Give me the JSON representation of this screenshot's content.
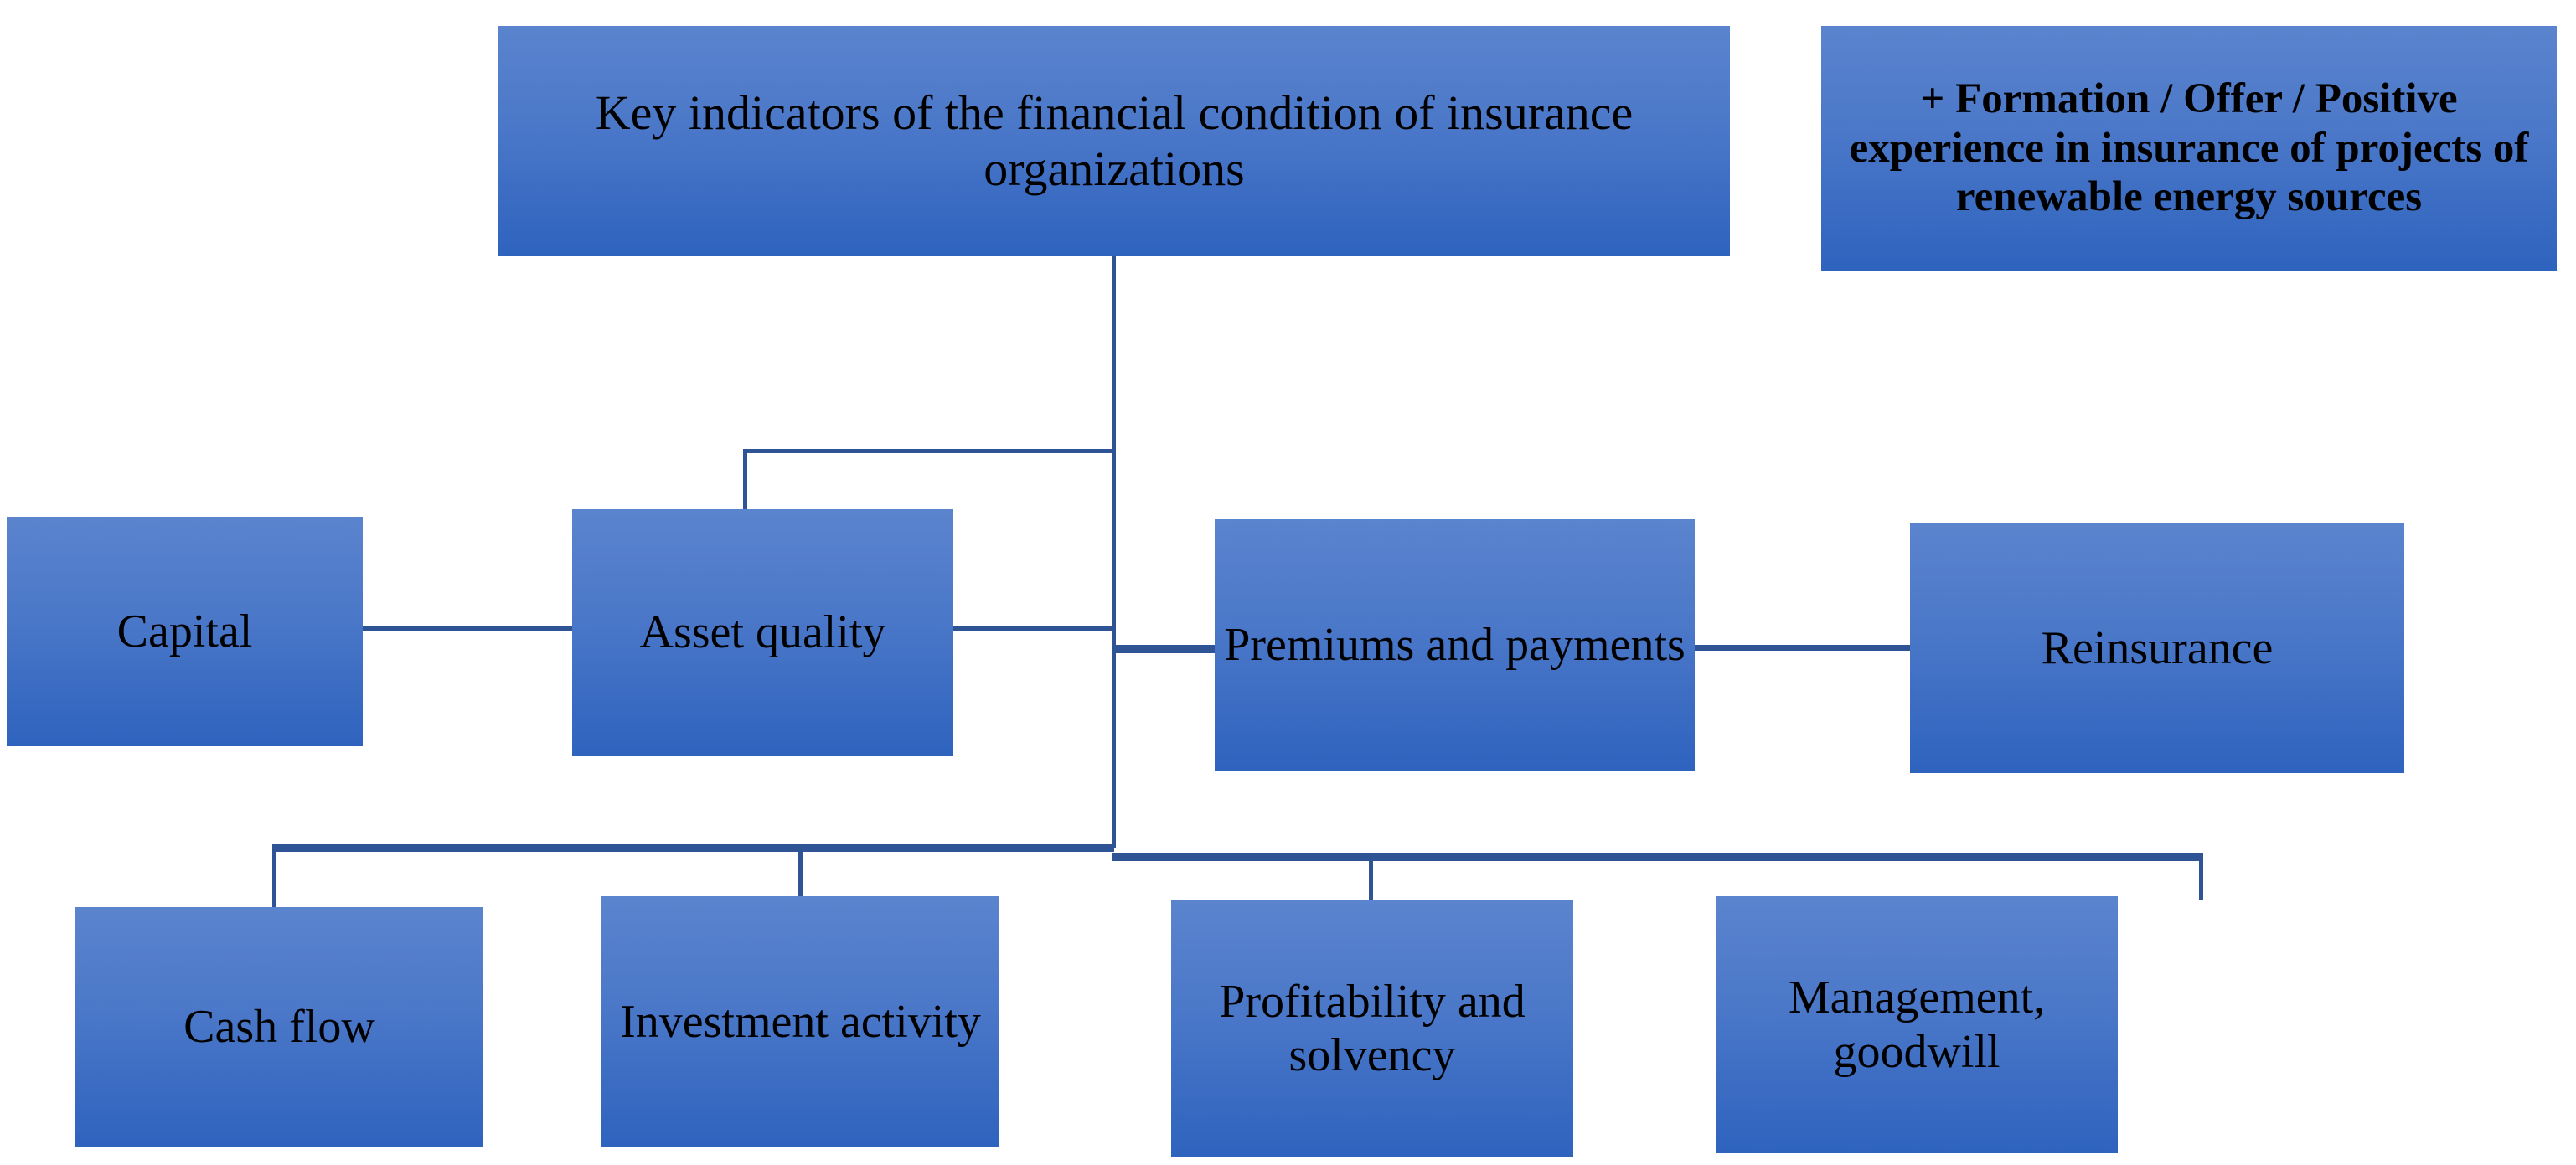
{
  "diagram": {
    "title": "Key indicators of the financial condition of insurance organizations",
    "type": "hierarchy-tree",
    "accent_color": "#4A77C8",
    "connector_color": "#2E5496",
    "text_color": "#000000",
    "background_color": "#FFFFFF"
  },
  "nodes": {
    "root": {
      "label": "Key indicators of the financial condition of insurance organizations"
    },
    "note": {
      "label": "+ Formation / Offer / Positive experience in insurance of projects of renewable energy sources"
    },
    "level2": [
      {
        "id": "capital",
        "label": "Capital"
      },
      {
        "id": "asset-quality",
        "label": "Asset quality"
      },
      {
        "id": "premiums-and-payments",
        "label": "Premiums and payments"
      },
      {
        "id": "reinsurance",
        "label": "Reinsurance"
      }
    ],
    "level3": [
      {
        "id": "cash-flow",
        "label": "Cash flow"
      },
      {
        "id": "investment-activity",
        "label": "Investment activity"
      },
      {
        "id": "profitability-and-solvency",
        "label": "Profitability and solvency"
      },
      {
        "id": "management-goodwill",
        "label": "Management, goodwill"
      }
    ]
  }
}
